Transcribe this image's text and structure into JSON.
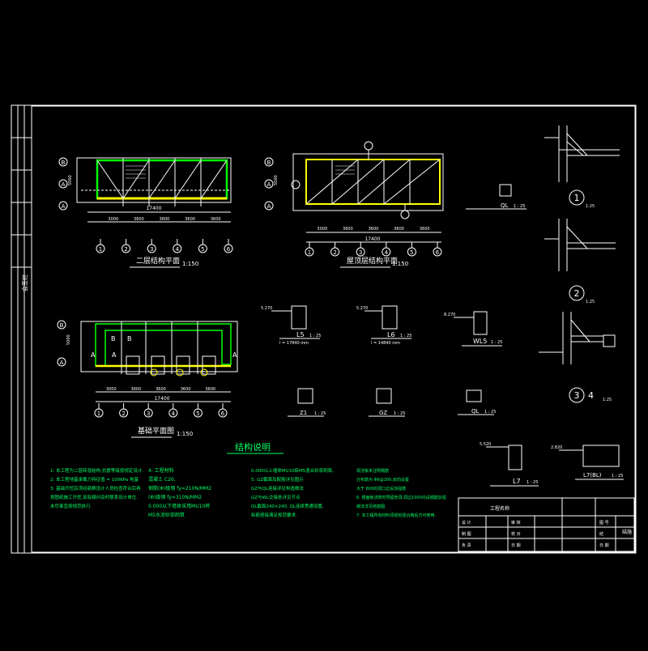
{
  "colors": {
    "background": "#000000",
    "frame": "#ffffff",
    "grid": "#ffffff",
    "beam_yellow": "#ffff00",
    "wall_green": "#00ff00",
    "text_green": "#00ff66",
    "dim_white": "#ffffff",
    "accent_yellow": "#ffff00"
  },
  "sidebar": {
    "vertical_label": "会签栏"
  },
  "plans": {
    "second_floor": {
      "title": "二层结构平面",
      "scale": "1:150",
      "total_width": "17400",
      "bays": [
        "3000",
        "3600",
        "3600",
        "3600",
        "3600"
      ],
      "axes_x": [
        "1",
        "2",
        "3",
        "4",
        "5",
        "6"
      ],
      "axes_y": [
        "B",
        "A",
        "A"
      ],
      "depth": "5000"
    },
    "roof": {
      "title": "屋顶层结构平面",
      "scale": "1:150",
      "total_width": "17400",
      "bays": [
        "3000",
        "3600",
        "3600",
        "3600",
        "3600"
      ],
      "axes_x": [
        "1",
        "2",
        "3",
        "4",
        "5",
        "6"
      ],
      "axes_y": [
        "B",
        "A",
        "A"
      ],
      "depth": "5000"
    },
    "foundation": {
      "title": "基础平面图",
      "scale": "1:150",
      "total_width": "17400",
      "bays": [
        "3000",
        "3600",
        "3600",
        "3600",
        "3600"
      ],
      "axes_x": [
        "1",
        "2",
        "3",
        "4",
        "5",
        "6"
      ],
      "axes_y": [
        "B",
        "A"
      ],
      "depth": "5000"
    }
  },
  "sections": {
    "L5": {
      "label": "L5",
      "scale": "1 : 25",
      "note": "l = 17840 mm",
      "elev": "5.270"
    },
    "L6": {
      "label": "L6",
      "scale": "1 : 25",
      "note": "l = 14840 mm",
      "elev": "5.270"
    },
    "WL5": {
      "label": "WL5",
      "scale": "1 : 25",
      "elev": "8.270"
    },
    "Z1": {
      "label": "Z1",
      "scale": "1 : 25"
    },
    "GZ": {
      "label": "GZ",
      "scale": "1 : 25"
    },
    "QL": {
      "label": "QL",
      "scale": "1 : 25"
    },
    "QL_top": {
      "label": "QL",
      "scale": "1 : 25"
    },
    "L7": {
      "label": "L7",
      "scale": "1 : 25",
      "elev": "5.520"
    },
    "L7_alt": {
      "label": "L7(BL)",
      "scale": "1 : 25",
      "elev": "2.820"
    }
  },
  "details": {
    "d1": {
      "label": "1",
      "scale": "1:25"
    },
    "d2": {
      "label": "2",
      "scale": "1:25"
    },
    "d34": {
      "label": "3",
      "label2": "4",
      "scale": "1:25"
    }
  },
  "notes": {
    "heading": "结构说明",
    "col1": [
      "1:  本工程为二层砖混结构,抗震等级按规定设计.",
      "2:  本工程地基承载力特征值 = 100KPa 地基",
      "3:  基础开挖后须经勘察设计人员检查符合后再",
      "    按图纸施工开挖,如有疑问及时联系设计单位.",
      "    未尽事宜按规范执行."
    ],
    "col2": [
      "4:  工程材料",
      "    混凝土  C20,",
      "    钢筋(Φ)级钢 fy=210N/MM2",
      "    (Φ)级钢 fy=310N/MM2",
      "    0.000以下墙体采用MU10砖",
      "    M5水泥砂浆砌筑"
    ],
    "col3": [
      "0.000以上墙体MU10砖M5混合砂浆砌筑.",
      "5:  GZ截面及配筋详见图示",
      "    GZ与QL连接详见构造做法",
      "    GZ与WL交接处详见节点",
      "    QL截面240×240, QL连续贯通设置,",
      "    纵筋搭接满足规范要求."
    ],
    "col4": [
      "现浇板未注明钢筋",
      "分布筋为 Φ6@200,双向设置",
      "大于 600的洞口边设加强筋",
      "6:  楼面板浇筑时预留管洞,洞边1000内设钢筋加强",
      "    做法详见结施图.",
      "7:  本工程所有材料须经检验合格后方可使用."
    ]
  },
  "title_block": {
    "project": "工程名称",
    "rows": [
      [
        "设 计",
        "",
        "审 核",
        ""
      ],
      [
        "制 图",
        "",
        "校 对",
        ""
      ],
      [
        "负 责",
        "",
        "日 期",
        ""
      ]
    ],
    "right": [
      "图 号",
      "结",
      "日 期"
    ],
    "sheet": "结施"
  }
}
